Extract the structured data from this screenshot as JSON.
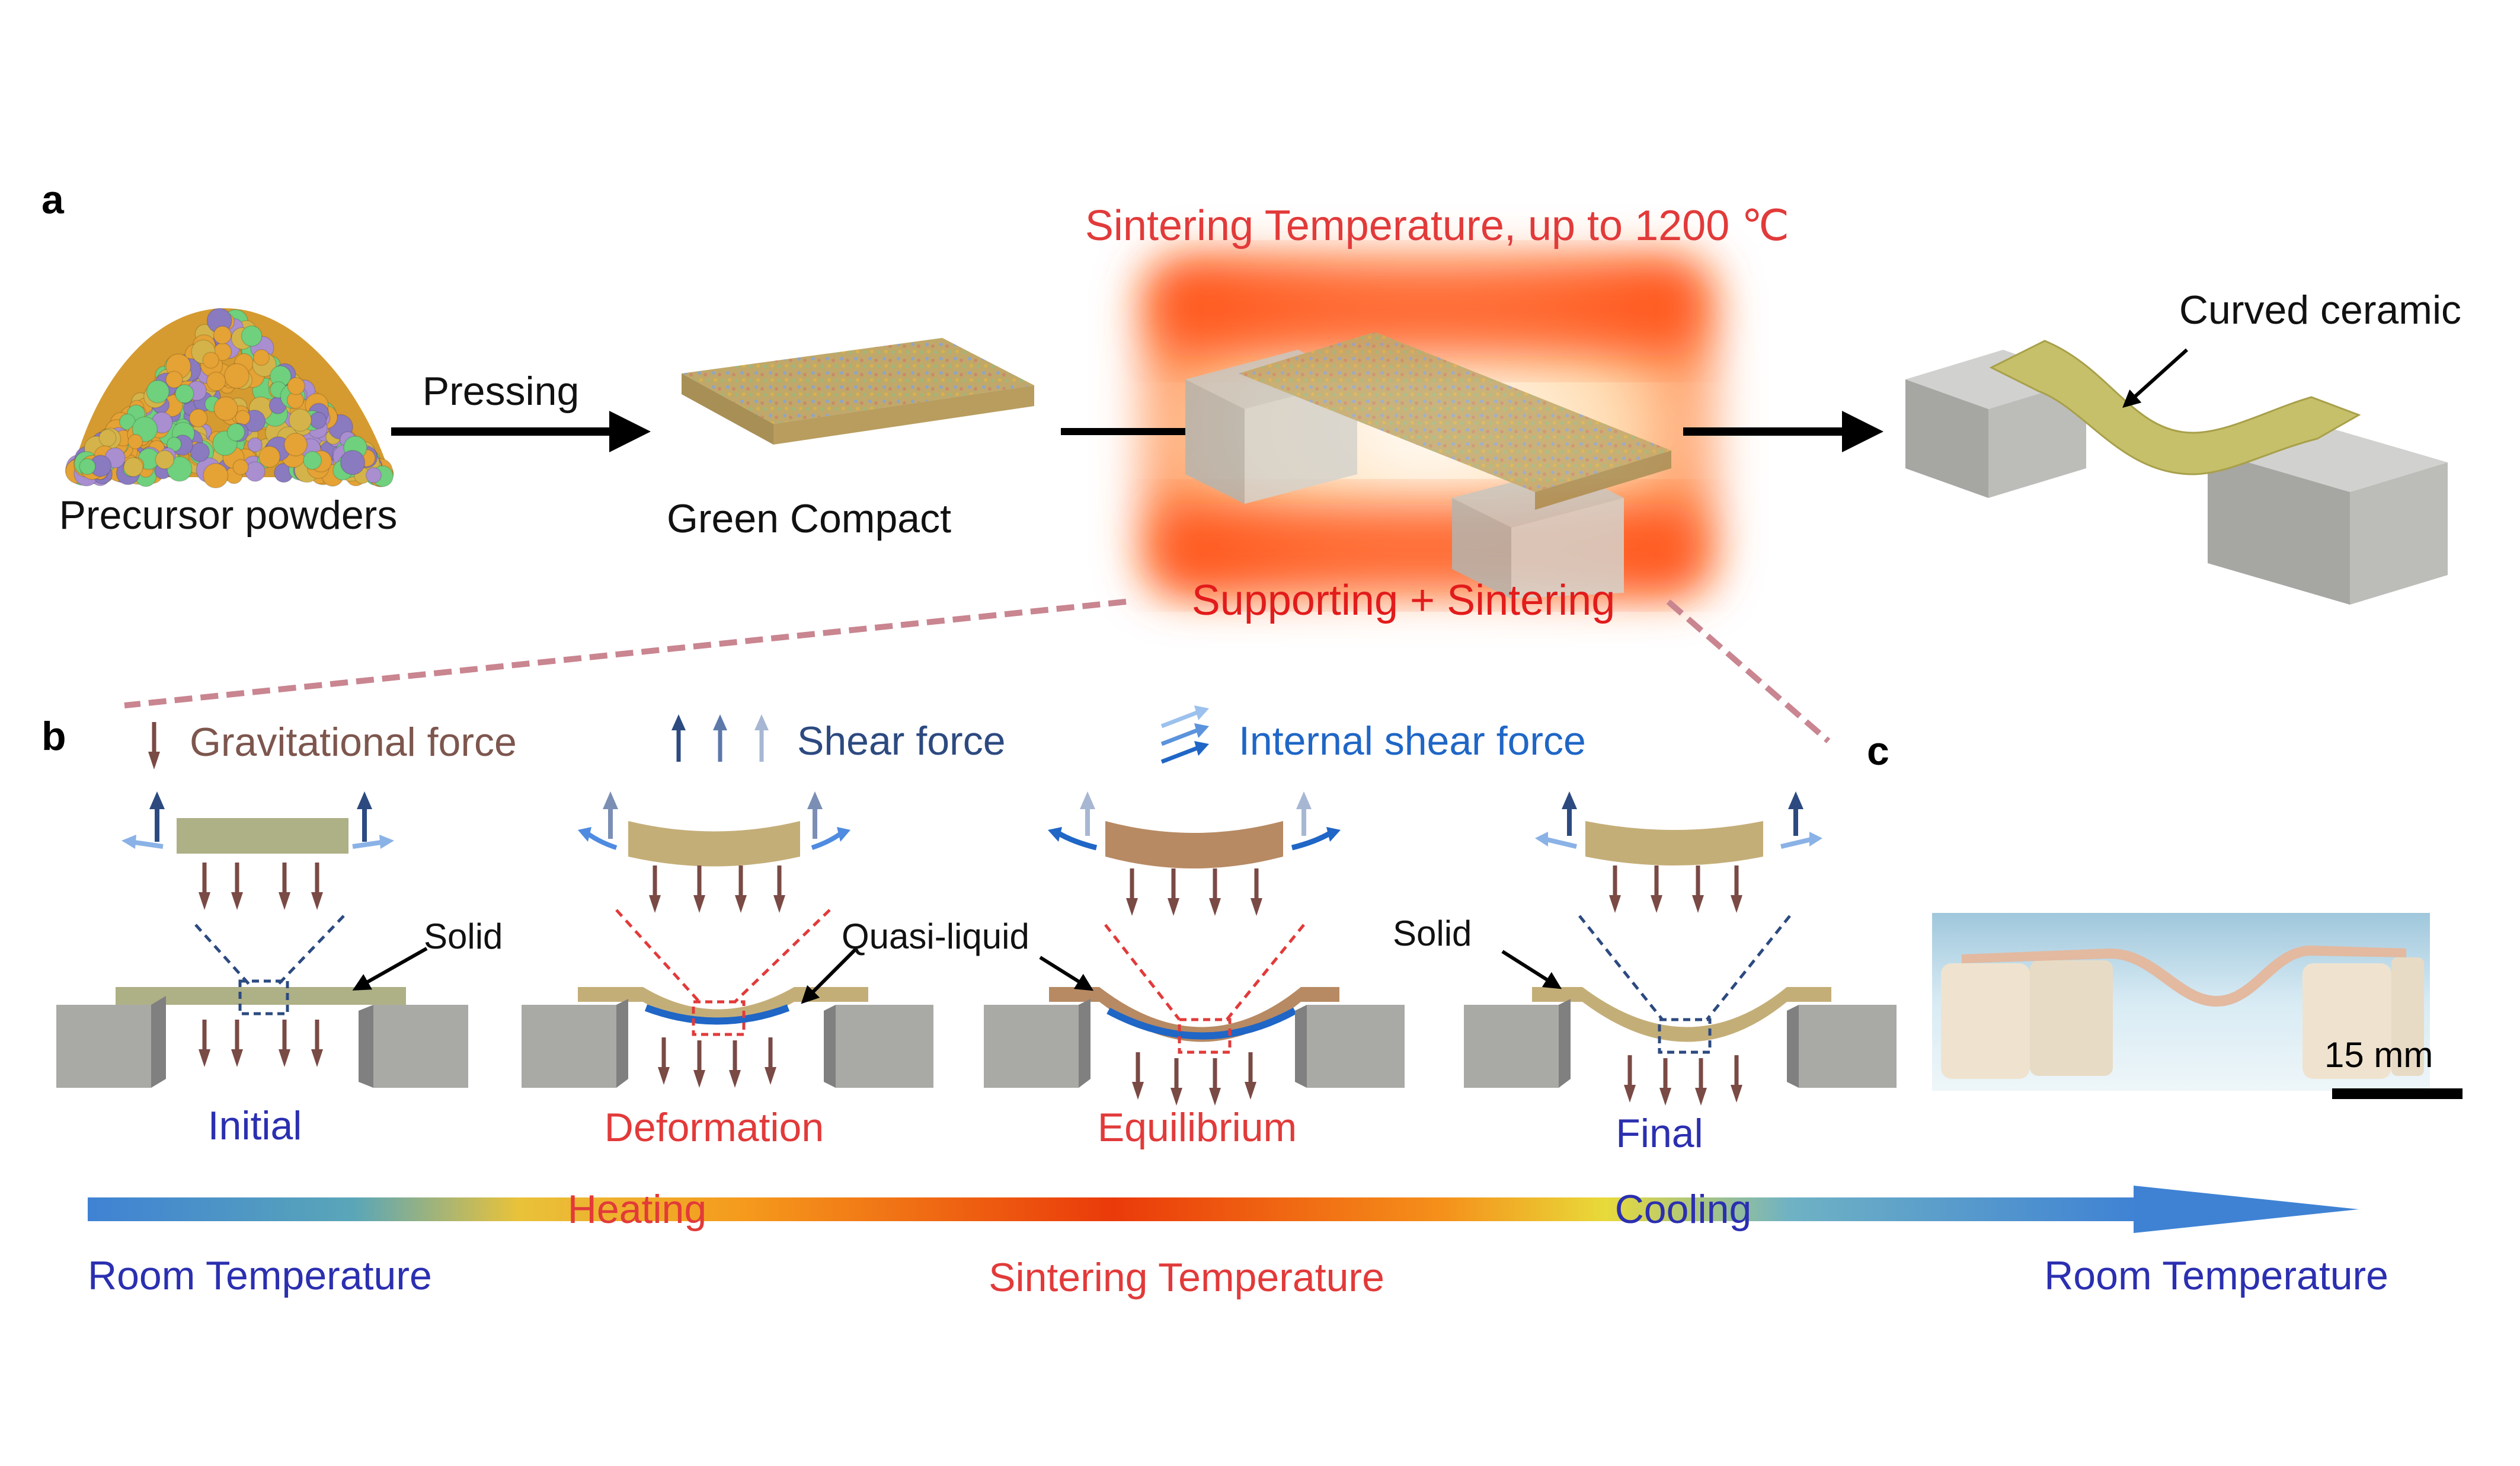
{
  "panels": {
    "a": {
      "label": "a",
      "steps": {
        "precursor": "Precursor powders",
        "pressing": "Pressing",
        "green_compact": "Green Compact",
        "sintering_temp": "Sintering Temperature, up to 1200 ℃",
        "supporting": "Supporting + Sintering",
        "curved": "Curved ceramic"
      }
    },
    "b": {
      "label": "b",
      "legend": {
        "gravitational": "Gravitational force",
        "shear": "Shear force",
        "internal_shear": "Internal shear force"
      },
      "callouts": {
        "solid_1": "Solid",
        "quasi_liquid": "Quasi-liquid",
        "solid_2": "Solid"
      },
      "stages": {
        "initial": "Initial",
        "deformation": "Deformation",
        "equilibrium": "Equilibrium",
        "final": "Final"
      },
      "temperature_bar": {
        "heating": "Heating",
        "cooling": "Cooling",
        "room_left": "Room Temperature",
        "sintering": "Sintering Temperature",
        "room_right": "Room Temperature"
      }
    },
    "c": {
      "label": "c",
      "scale_bar": "15 mm"
    }
  },
  "colors": {
    "red_text": "#e23a3a",
    "blue_text": "#2b2fb0",
    "brown_text": "#7d564e",
    "shear_blue": "#2c4a80",
    "internal_blue": "#1f66c6",
    "force_brown": "#7a4a45",
    "block_grey": "#a9a9a6",
    "sheet_green": "#aeb086",
    "sheet_tan": "#c4ae78",
    "sheet_brown": "#b78a63",
    "curved_yellow": "#c7c06a"
  }
}
